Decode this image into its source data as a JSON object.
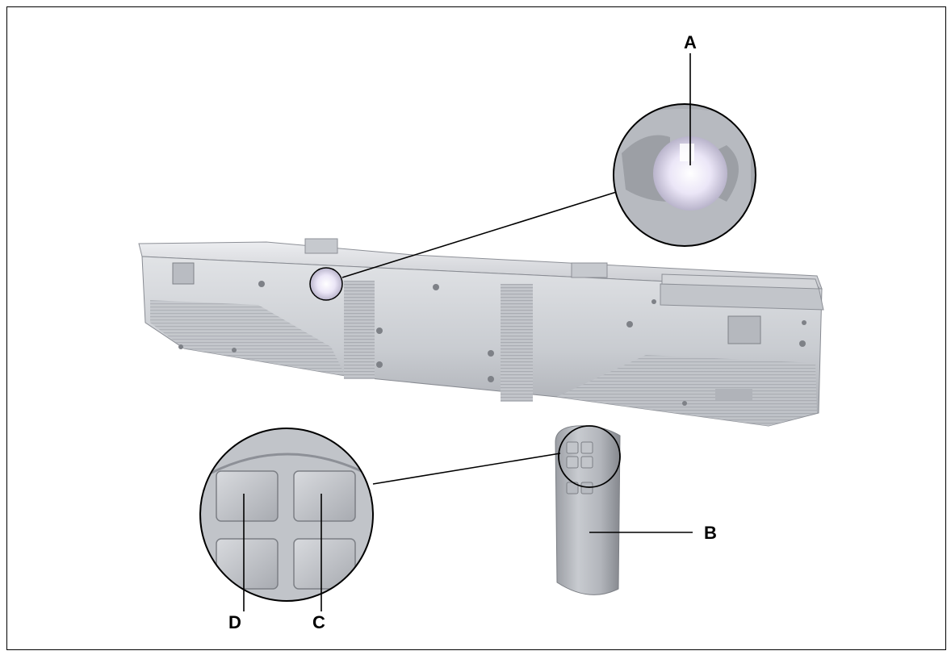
{
  "callouts": {
    "a": "A",
    "b": "B",
    "c": "C",
    "d": "D"
  },
  "colors": {
    "housing_light": "#d4d6da",
    "housing_mid": "#b9bcc2",
    "housing_dark": "#8d9097",
    "led_glow": "#f1eefa",
    "outline": "#000000"
  },
  "icons": {
    "unit": "motor-housing-unit",
    "remote": "remote-control",
    "led": "receiver-led"
  }
}
